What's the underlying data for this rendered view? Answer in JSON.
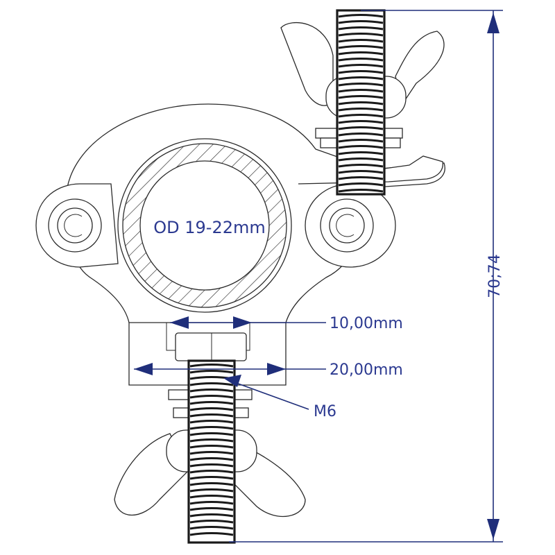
{
  "labels": {
    "tube_od": "OD 19-22mm",
    "slot_width": "10,00mm",
    "base_width": "20,00mm",
    "bolt_size": "M6",
    "overall_height": "70;74"
  },
  "colors": {
    "dimension": "#1f2e7a",
    "text": "#2b3990",
    "outline": "#2a2a2a",
    "background": "#ffffff"
  }
}
